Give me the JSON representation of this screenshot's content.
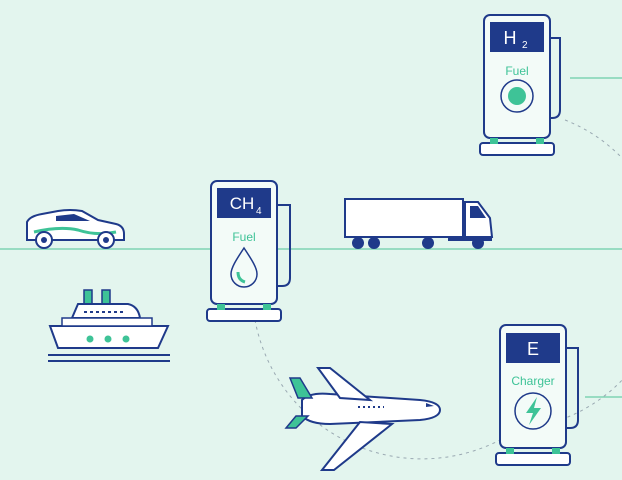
{
  "stations": {
    "h2": {
      "formula": "H",
      "subscript": "2",
      "label": "Fuel"
    },
    "ch4": {
      "formula": "CH",
      "subscript": "4",
      "label": "Fuel"
    },
    "e": {
      "formula": "E",
      "label": "Charger"
    }
  },
  "colors": {
    "background": "#e3f5ee",
    "navy": "#1f3a8a",
    "green": "#3ec397",
    "line": "#7fd3b4",
    "panel": "#f3fbf8"
  },
  "icons": [
    "car-icon",
    "ship-icon",
    "truck-icon",
    "airplane-icon",
    "droplet-icon",
    "lightning-icon"
  ]
}
